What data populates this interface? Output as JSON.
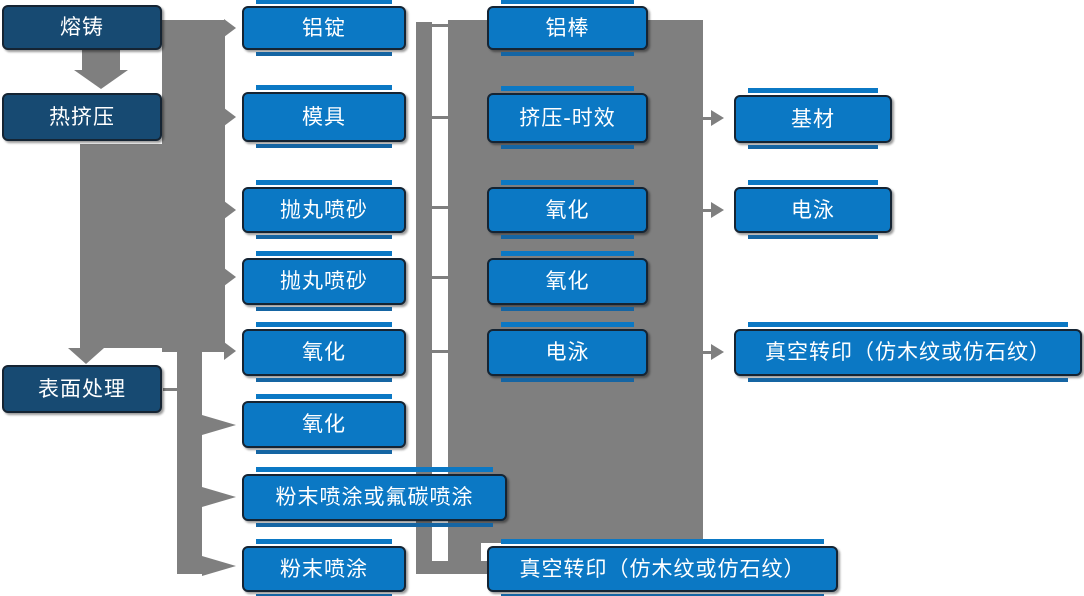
{
  "diagram": {
    "description_labels": [],
    "nodes": [
      {
        "id": "melting-casting",
        "label": "熔铸",
        "variant": "dark"
      },
      {
        "id": "hot-extrusion",
        "label": "热挤压",
        "variant": "dark"
      },
      {
        "id": "surface-treatment",
        "label": "表面处理",
        "variant": "dark"
      },
      {
        "id": "aluminum-ingot",
        "label": "铝锭",
        "variant": "light"
      },
      {
        "id": "mold",
        "label": "模具",
        "variant": "light"
      },
      {
        "id": "shot-blasting-sandblasting-1",
        "label": "抛丸喷砂",
        "variant": "light"
      },
      {
        "id": "shot-blasting-sandblasting-2",
        "label": "抛丸喷砂",
        "variant": "light"
      },
      {
        "id": "oxidation-1",
        "label": "氧化",
        "variant": "light"
      },
      {
        "id": "oxidation-2",
        "label": "氧化",
        "variant": "light"
      },
      {
        "id": "powder-or-fluorocarbon-coating",
        "label": "粉末喷涂或氟碳喷涂",
        "variant": "light"
      },
      {
        "id": "powder-coating",
        "label": "粉末喷涂",
        "variant": "light"
      },
      {
        "id": "aluminum-rod",
        "label": "铝棒",
        "variant": "light"
      },
      {
        "id": "extrusion-aging",
        "label": "挤压-时效",
        "variant": "light"
      },
      {
        "id": "oxidation-3",
        "label": "氧化",
        "variant": "light"
      },
      {
        "id": "oxidation-4",
        "label": "氧化",
        "variant": "light"
      },
      {
        "id": "electrophoresis-1",
        "label": "电泳",
        "variant": "light"
      },
      {
        "id": "vacuum-transfer-print-bottom",
        "label": "真空转印（仿木纹或仿石纹）",
        "variant": "light"
      },
      {
        "id": "substrate",
        "label": "基材",
        "variant": "light"
      },
      {
        "id": "electrophoresis-2",
        "label": "电泳",
        "variant": "light"
      },
      {
        "id": "vacuum-transfer-print-right",
        "label": "真空转印（仿木纹或仿石纹）",
        "variant": "light"
      }
    ],
    "edges": [
      "熔铸 → 热挤压",
      "熔铸 → 铝锭",
      "热挤压 → 模具",
      "热挤压 → 表面处理",
      "→ 抛丸喷砂 (1)",
      "→ 抛丸喷砂 (2)",
      "→ 氧化 (1)",
      "表面处理 → 氧化 (2)",
      "表面处理 → 粉末喷涂或氟碳喷涂",
      "表面处理 → 粉末喷涂",
      "→ 基材",
      "→ 电泳",
      "→ 真空转印（仿木纹或仿石纹）"
    ],
    "colors": {
      "dark_box": "#174a72",
      "light_box": "#0b78c4",
      "connector_gray": "#7f7f7f",
      "text": "#ffffff",
      "background": "#ffffff"
    }
  }
}
